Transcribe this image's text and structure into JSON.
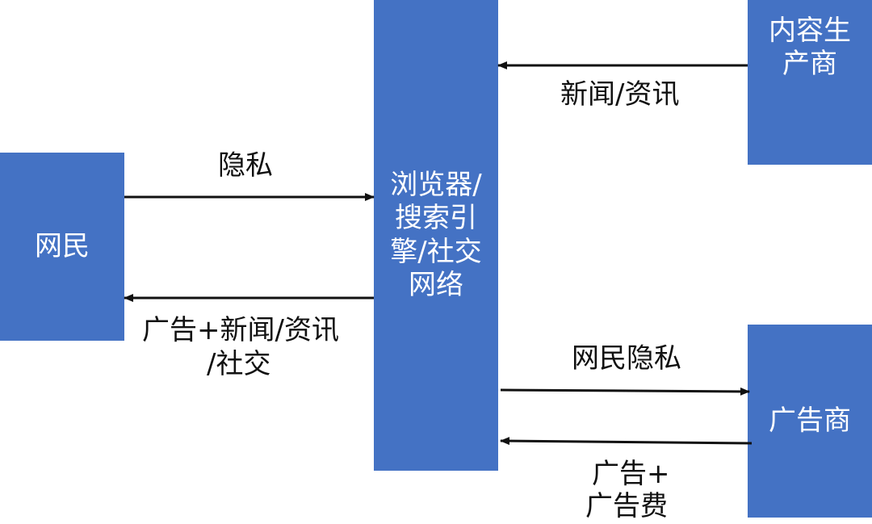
{
  "boxes": {
    "netizen": "网民",
    "platform": "浏览器/搜索引擎/社交网络",
    "content_producer": "内容生产商",
    "advertiser": "广告商"
  },
  "edges": {
    "content_to_platform": "新闻/资讯",
    "netizen_to_platform": "隐私",
    "platform_to_netizen_line1": "广告+新闻/资讯",
    "platform_to_netizen_line2": "/社交",
    "platform_to_advertiser": "网民隐私",
    "advertiser_to_platform_line1": "广告+",
    "advertiser_to_platform_line2": "广告费"
  },
  "colors": {
    "box_fill": "#4472c4",
    "box_text": "#ffffff",
    "arrow": "#111111"
  }
}
